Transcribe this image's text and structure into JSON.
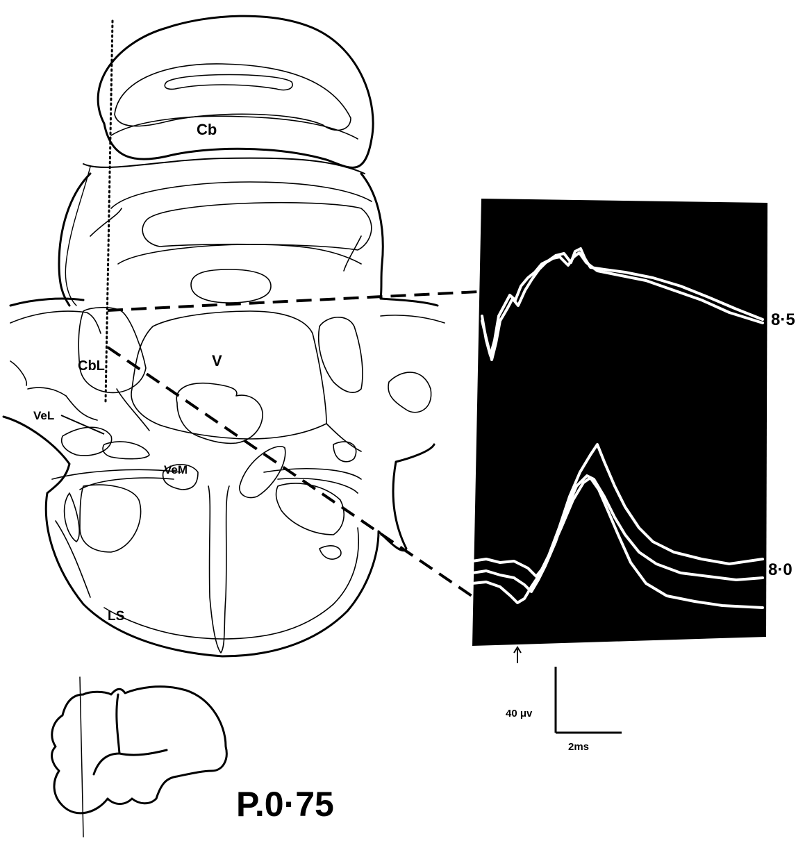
{
  "regions": {
    "cb": "Cb",
    "v": "V",
    "cbl": "CbL",
    "vel": "VeL",
    "vem": "VeM",
    "ls": "LS"
  },
  "recording": {
    "trace_top_label": "8·5",
    "trace_bottom_label": "8·0"
  },
  "scale_bar": {
    "voltage": "40 μv",
    "time": "2ms"
  },
  "section_label": "P.0·75",
  "colors": {
    "ink": "#000000",
    "paper": "#ffffff",
    "oscilloscope_bg": "#000000",
    "trace": "#ffffff"
  }
}
